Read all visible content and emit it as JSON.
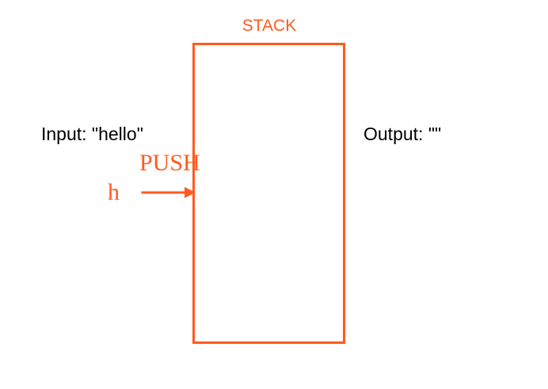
{
  "diagram": {
    "stack_title": "STACK",
    "input_label": "Input: \"hello\"",
    "output_label": "Output: \"\"",
    "operation_label": "PUSH",
    "current_char": "h"
  },
  "colors": {
    "accent": "#ff5a1f",
    "text": "#000000",
    "background": "#ffffff"
  },
  "icons": {
    "push_arrow": "arrow-right-icon"
  }
}
